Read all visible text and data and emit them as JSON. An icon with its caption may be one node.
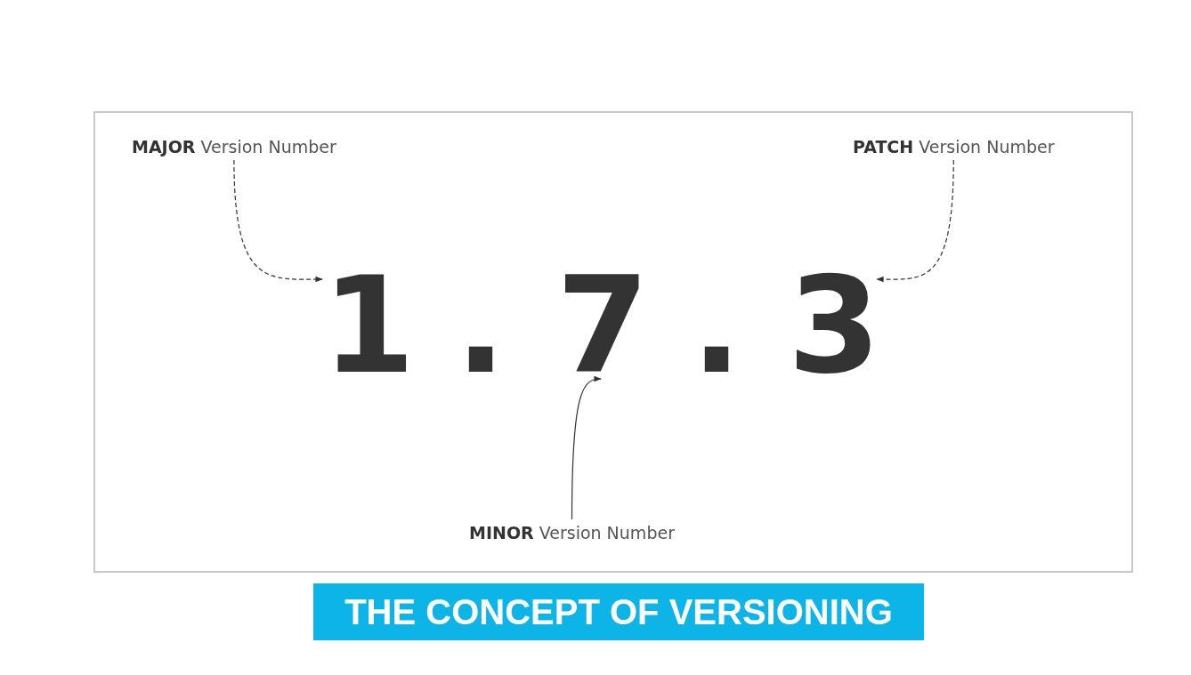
{
  "diagram": {
    "title": "THE CONCEPT OF VERSIONING",
    "nodes": [
      {
        "text": [
          "**MAJOR** Version Number"
        ]
      },
      {
        "text": [
          "**PATCH** Version Number"
        ]
      },
      {
        "text": [
          "1"
        ]
      },
      {
        "text": [
          "7"
        ]
      },
      {
        "text": [
          "3"
        ]
      },
      {
        "text": [
          "**MINOR** Version Number"
        ]
      }
    ],
    "edges": [
      {
        "from": 0,
        "to": 2,
        "arrow": "to",
        "style": "dashed"
      },
      {
        "from": 1,
        "to": 4,
        "arrow": "to",
        "style": "dashed"
      },
      {
        "from": 5,
        "to": 3,
        "arrow": "to"
      }
    ],
    "labels": [
      ".",
      "."
    ]
  }
}
